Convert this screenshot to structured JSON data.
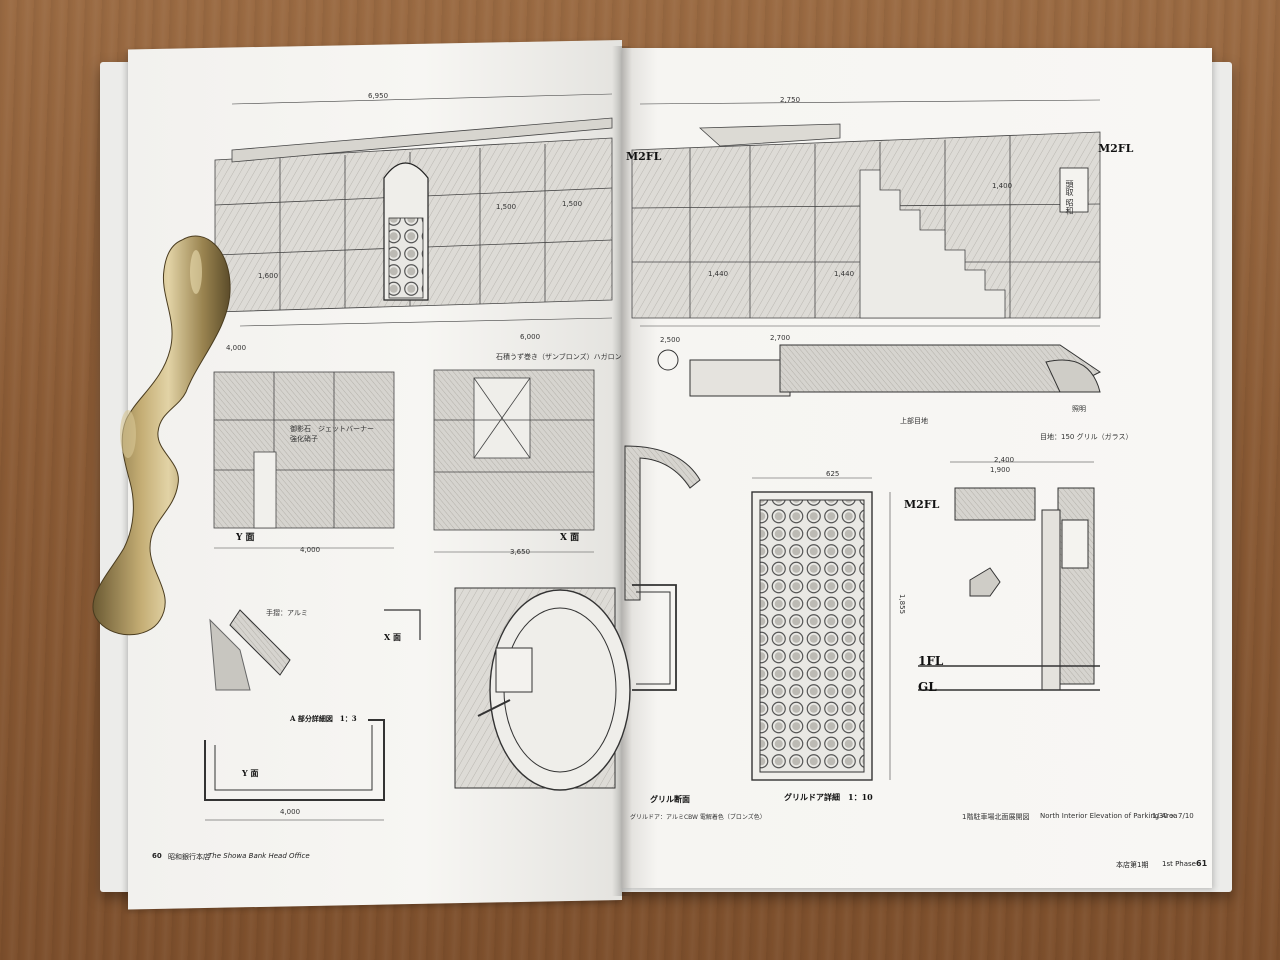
{
  "book": {
    "left_folio": "60",
    "left_title_jp": "昭和銀行本店",
    "left_title_en": "The Showa Bank Head Office",
    "right_section_jp": "本店第1期",
    "right_section_en": "1st Phase",
    "right_folio": "61",
    "caption_jp": "1階駐車場北面展開図",
    "caption_en": "North Interior Elevation of Parking Area",
    "caption_scale": "1/30 × 7/10"
  },
  "drawing_labels": {
    "m2fl_top": "M2FL",
    "m2fl_mid": "M2FL",
    "m2fl_right": "M2FL",
    "fl1": "1FL",
    "gl": "GL",
    "y_view": "Y 面",
    "x_view": "X 面",
    "y_view_small": "Y 面",
    "x_view_small": "X 面",
    "section_a": "A 部分詳細図　1：3",
    "grille_door": "グリルドア詳細　1：10",
    "grille_frame": "グリル断面",
    "grille_note": "グリルドア：アルミCBW 電解着色（ブロンズ色）",
    "dim_4000": "4,000",
    "dim_4000_b": "4,000",
    "dim_4000_c": "4,000",
    "dim_6000": "6,000",
    "dim_3650": "3,650",
    "dim_2700": "2,700",
    "dim_2400": "2,400",
    "dim_1900": "1,900",
    "dim_1500": "1,500",
    "dim_1500_b": "1,500",
    "dim_1440": "1,440",
    "dim_1440_b": "1,440",
    "dim_1400": "1,400",
    "dim_625": "625",
    "dim_1855": "1,855",
    "dim_2500": "2,500",
    "dim_6950": "6,950",
    "dim_2750": "2,750",
    "dim_1600": "1,600",
    "note_curtain": "石積うず巻き（ザンブロンズ）ハガロン",
    "note_tile": "御影石　ジェットバーナー",
    "note_glass": "強化硝子",
    "note_rail": "手摺：アルミ",
    "note_vessel": "上部目地",
    "note_joint": "目地：150 グリル（ガラス）",
    "note_lamp": "照明",
    "sign_text": "頭取 昭和"
  },
  "colors": {
    "table": "#8b5b35",
    "paper": "#f7f6f3",
    "ink": "#333333",
    "stone_fill": "#c9c7c1",
    "brass": "#a28a55"
  }
}
